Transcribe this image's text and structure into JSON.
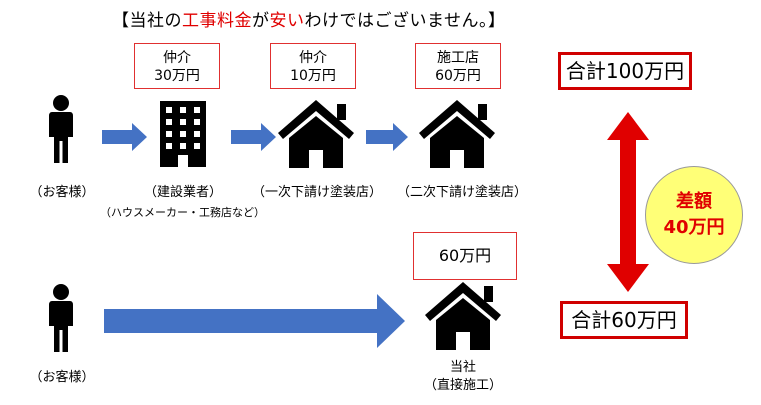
{
  "title": {
    "open": "【当社の",
    "red1": "工事料金",
    "mid": "が",
    "red2": "安い",
    "rest": "わけではございません。】"
  },
  "top_row": {
    "boxes": [
      {
        "line1": "仲介",
        "line2": "30万円"
      },
      {
        "line1": "仲介",
        "line2": "10万円"
      },
      {
        "line1": "施工店",
        "line2": "60万円"
      }
    ],
    "labels": {
      "customer": "（お客様）",
      "builder": "（建設業者）",
      "builder_note": "（ハウスメーカー・工務店など）",
      "sub1": "（一次下請け塗装店）",
      "sub2": "（二次下請け塗装店）"
    },
    "total": "合計100万円"
  },
  "bottom_row": {
    "box": "60万円",
    "labels": {
      "customer": "（お客様）",
      "company": "当社",
      "company_note": "（直接施工）"
    },
    "total": "合計60万円"
  },
  "difference": {
    "line1": "差額",
    "line2": "40万円"
  },
  "colors": {
    "arrow_blue": "#4472c4",
    "arrow_red": "#e00000",
    "box_border": "#e03030",
    "circle_fill": "#ffff77"
  }
}
